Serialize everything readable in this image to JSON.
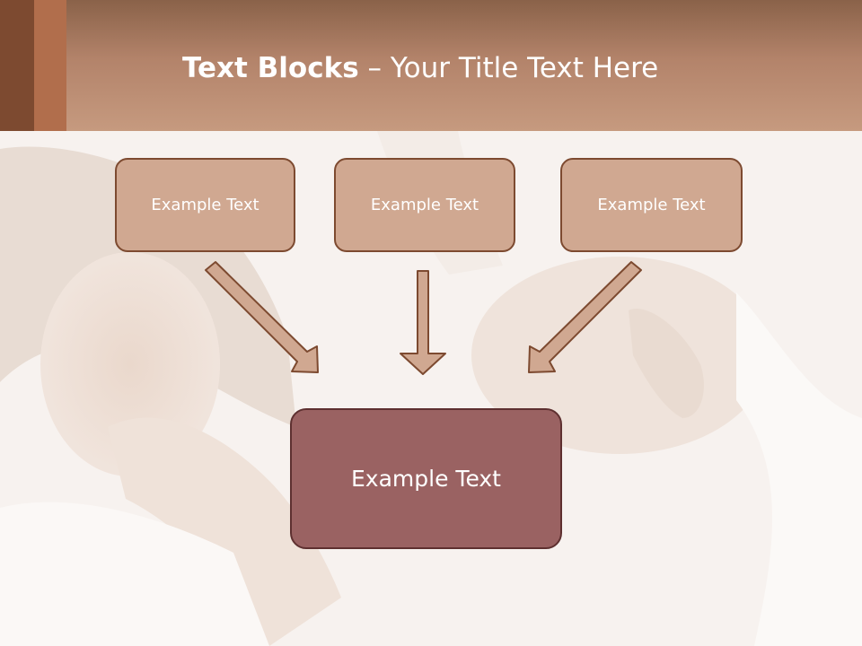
{
  "header": {
    "title_bold": "Text Blocks",
    "title_rest": " – Your Title Text Here"
  },
  "blocks": {
    "top": [
      "Example Text",
      "Example Text",
      "Example Text"
    ],
    "main": "Example Text"
  },
  "colors": {
    "header_top": "#8a6249",
    "header_bottom": "#c69a7f",
    "box_fill": "#d0a891",
    "box_border": "#7d4a30",
    "main_box_fill": "#9a6262",
    "arrow_fill": "#d0a891"
  }
}
